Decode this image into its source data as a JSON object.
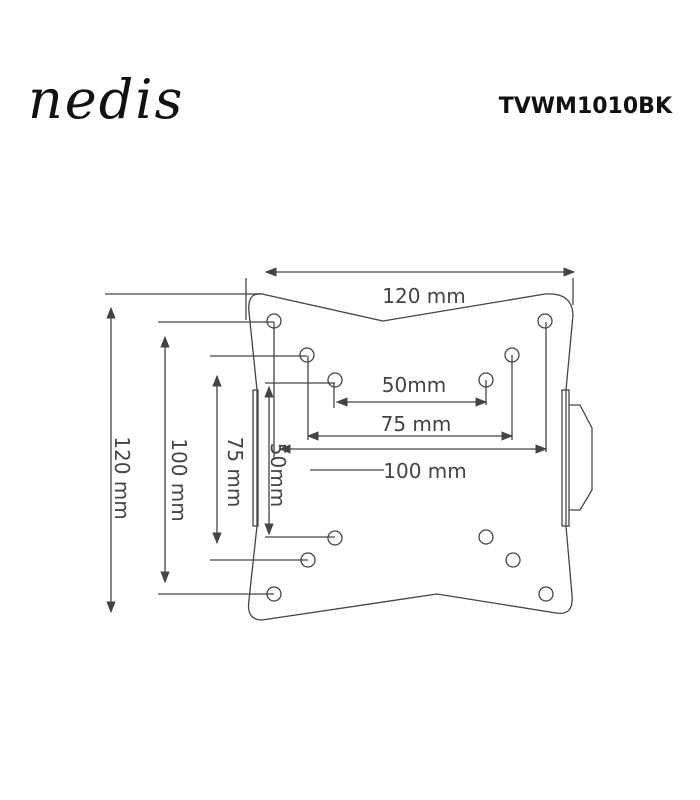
{
  "header": {
    "brand": "nedis",
    "model": "TVWM1010BK"
  },
  "diagram": {
    "line_color": "#444444",
    "dimensions": {
      "width_overall": "120 mm",
      "height_overall": "120 mm",
      "vesa_100_h": "100 mm",
      "vesa_100_v": "100 mm",
      "vesa_75_h": "75 mm",
      "vesa_75_v": "75 mm",
      "vesa_50_h": "50mm",
      "vesa_50_v": "50mm"
    }
  }
}
